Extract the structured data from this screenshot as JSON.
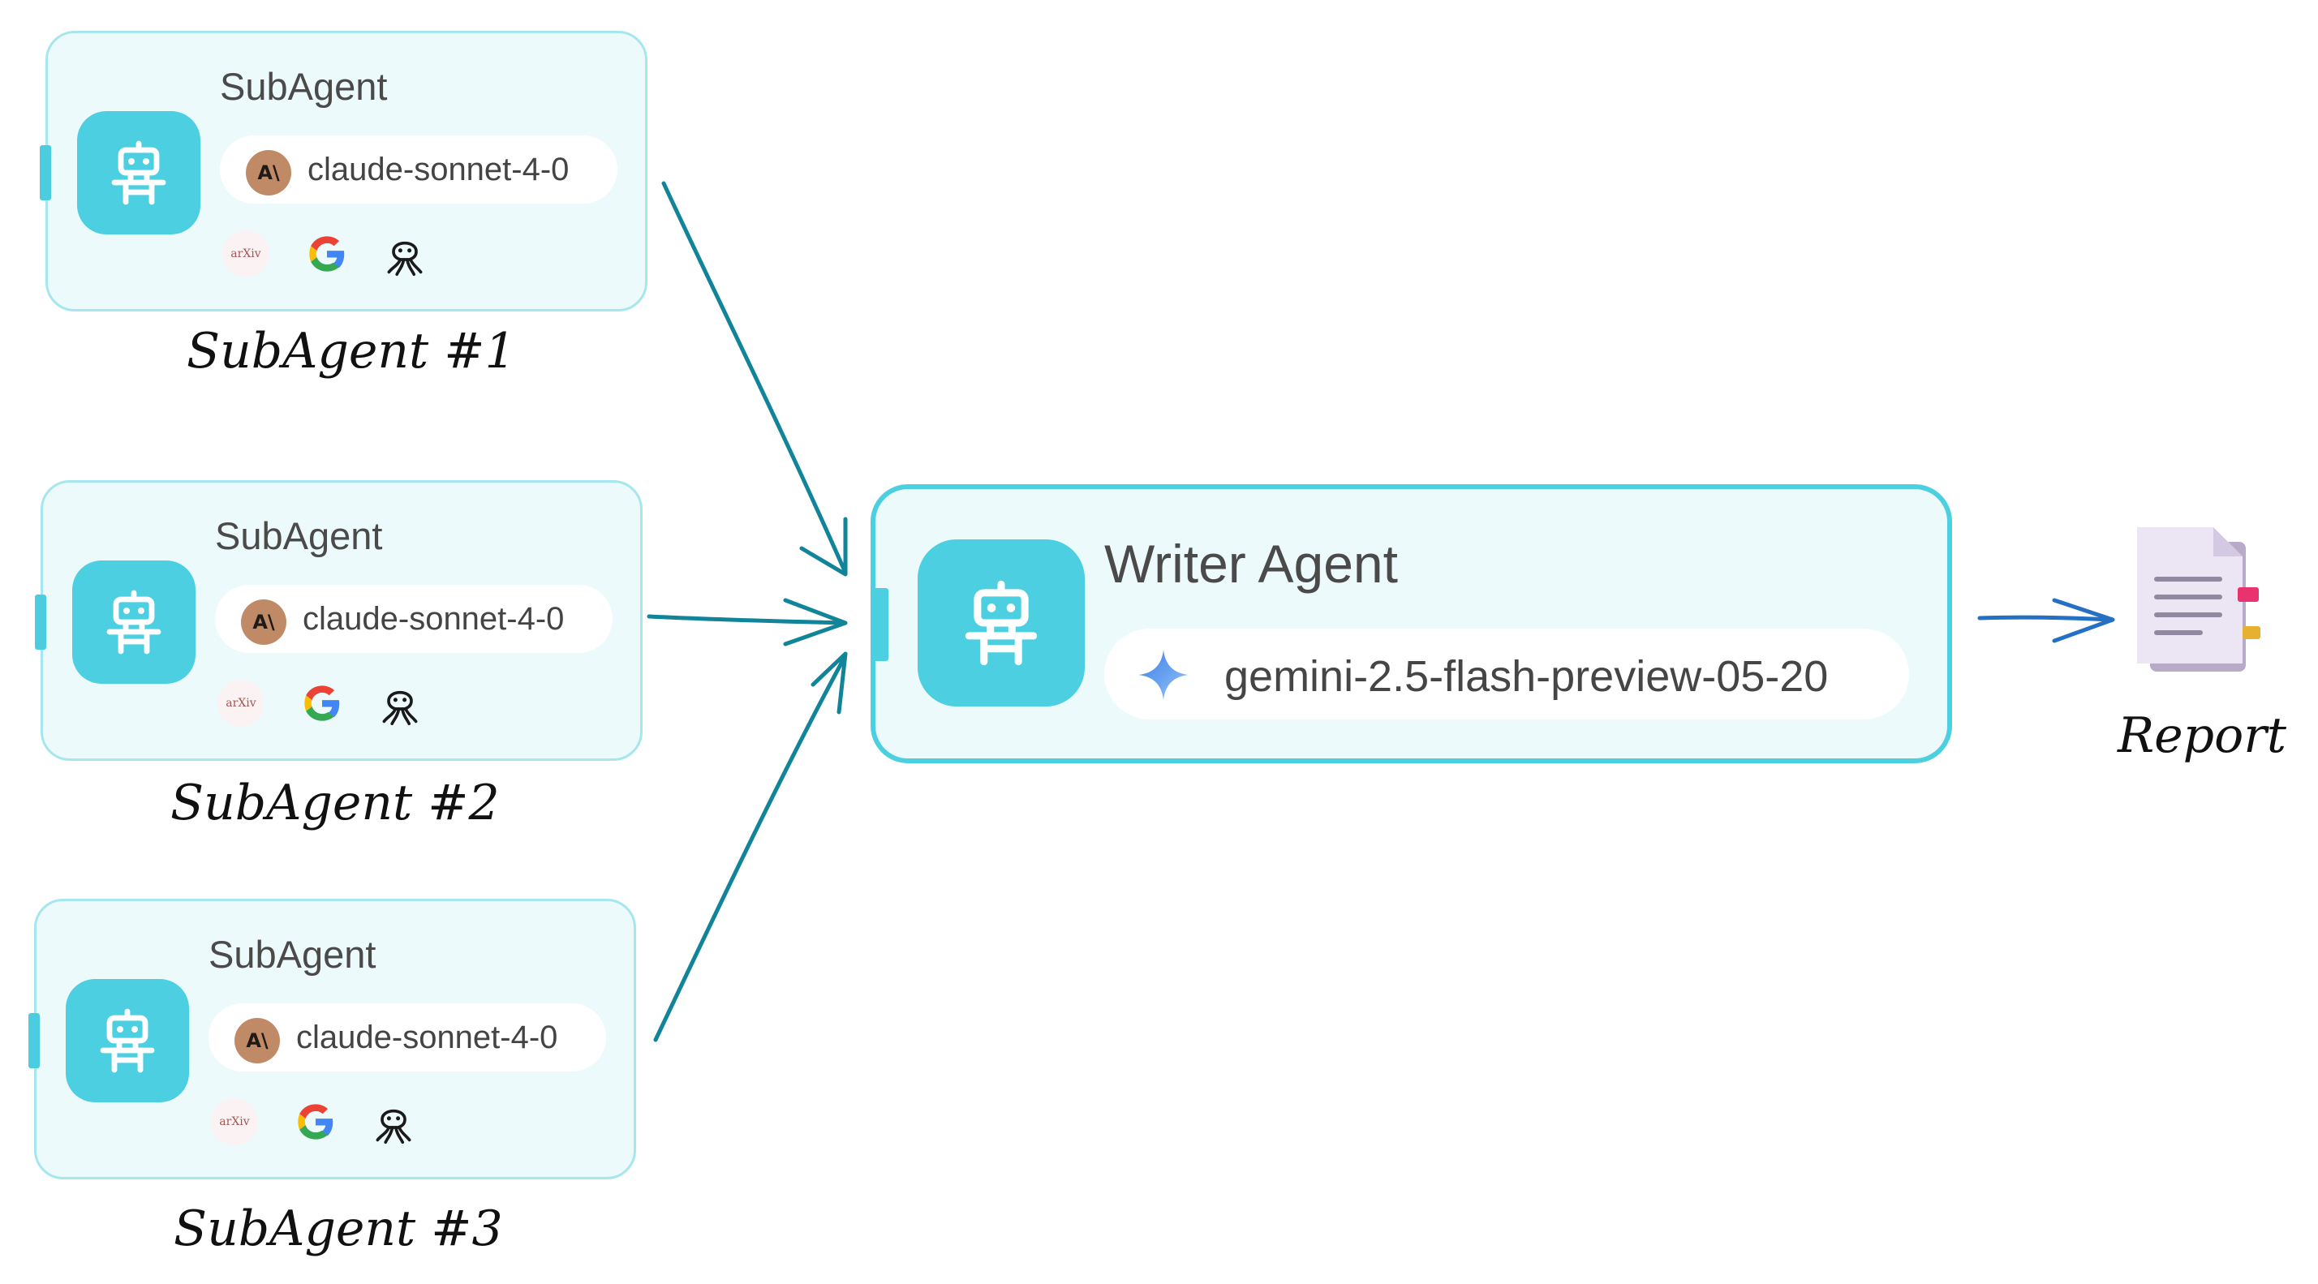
{
  "subagents": [
    {
      "title": "SubAgent",
      "model": "claude-sonnet-4-0",
      "model_icon_text": "A\\",
      "tools": [
        "arxiv-icon",
        "google-icon",
        "github-icon"
      ],
      "tool_arxiv_text": "arXiv",
      "caption": "SubAgent #1"
    },
    {
      "title": "SubAgent",
      "model": "claude-sonnet-4-0",
      "model_icon_text": "A\\",
      "tools": [
        "arxiv-icon",
        "google-icon",
        "github-icon"
      ],
      "tool_arxiv_text": "arXiv",
      "caption": "SubAgent #2"
    },
    {
      "title": "SubAgent",
      "model": "claude-sonnet-4-0",
      "model_icon_text": "A\\",
      "tools": [
        "arxiv-icon",
        "google-icon",
        "github-icon"
      ],
      "tool_arxiv_text": "arXiv",
      "caption": "SubAgent #3"
    }
  ],
  "writer": {
    "title": "Writer Agent",
    "model": "gemini-2.5-flash-preview-05-20",
    "model_icon": "gemini-sparkle-icon"
  },
  "output": {
    "label": "Report",
    "icon": "document-icon"
  },
  "colors": {
    "accent": "#4ccfe1",
    "node_background": "#edfafb",
    "node_border": "#a6e6ee",
    "arrow_teal": "#12849a",
    "arrow_blue": "#2470c4",
    "anthropic_badge": "#c08a66"
  }
}
